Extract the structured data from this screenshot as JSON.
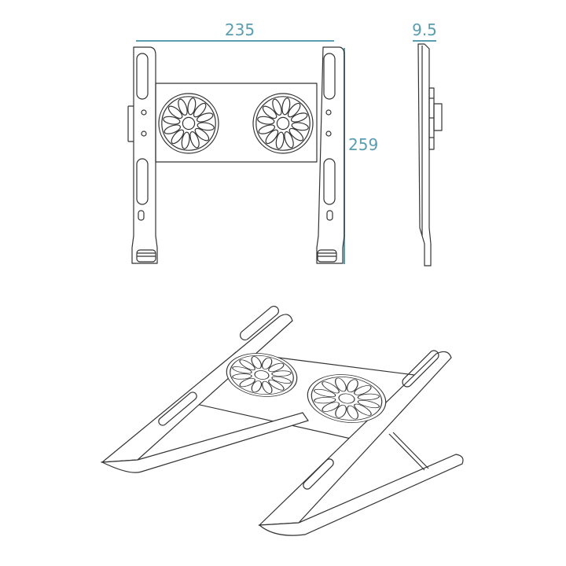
{
  "dimensions": {
    "width": "235",
    "height": "259",
    "thickness": "9.5"
  },
  "colors": {
    "dimension": "#5a9db0",
    "line": "#333333"
  },
  "views": [
    "front-view",
    "side-view",
    "perspective-view"
  ]
}
